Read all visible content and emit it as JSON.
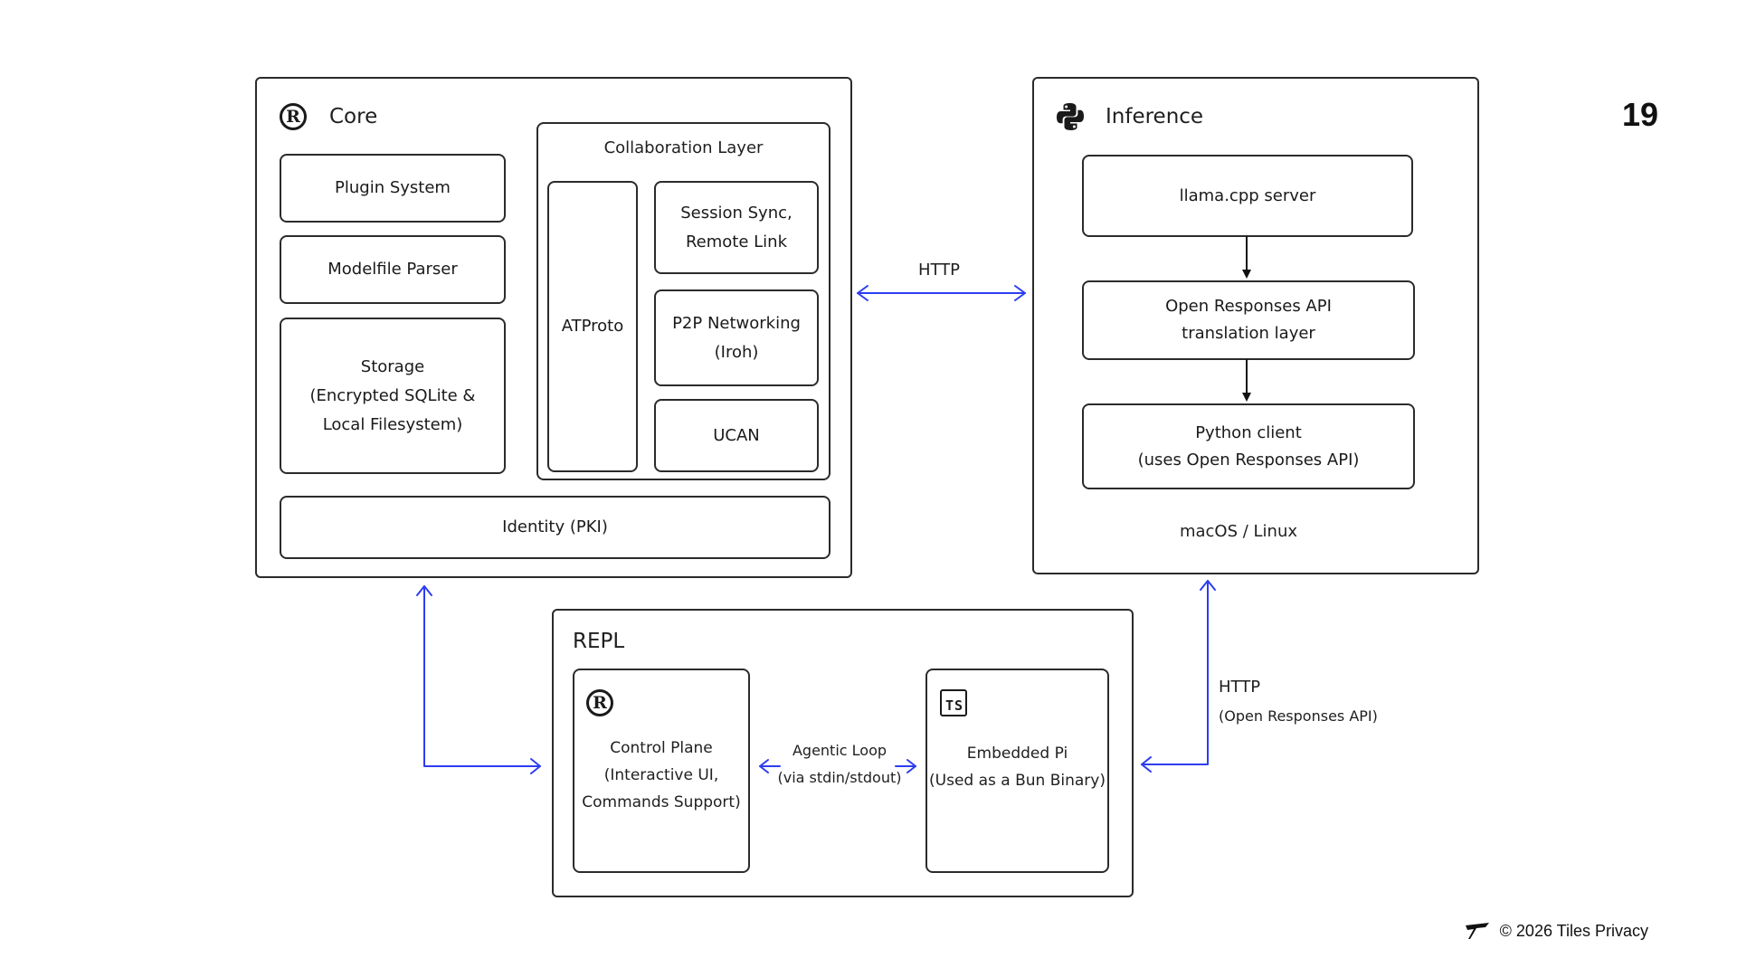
{
  "page_number": "19",
  "footer": {
    "text": "© 2026 Tiles Privacy",
    "logo_icon": "tiles-logo-icon"
  },
  "colors": {
    "arrow_blue": "#2d3df0",
    "border": "#2b2b2b",
    "arrow_black": "#111111"
  },
  "core": {
    "title": "Core",
    "icon": "rust-icon",
    "plugin_system": "Plugin System",
    "modelfile_parser": "Modelfile Parser",
    "storage": [
      "Storage",
      "(Encrypted SQLite &",
      "Local Filesystem)"
    ],
    "identity": "Identity (PKI)",
    "collaboration": {
      "title": "Collaboration Layer",
      "atproto": "ATProto",
      "session_sync": [
        "Session Sync,",
        "Remote Link"
      ],
      "p2p": [
        "P2P Networking",
        "(Iroh)"
      ],
      "ucan": "UCAN"
    }
  },
  "inference": {
    "title": "Inference",
    "icon": "python-icon",
    "llama": "llama.cpp server",
    "translation": [
      "Open Responses API",
      "translation layer"
    ],
    "python_client": [
      "Python client",
      "(uses Open Responses API)"
    ],
    "platform": "macOS / Linux"
  },
  "repl": {
    "title": "REPL",
    "control_plane": [
      "Control Plane",
      "(Interactive UI,",
      "Commands Support)"
    ],
    "control_icon": "rust-icon",
    "embedded_pi": [
      "Embedded Pi",
      "(Used as a Bun Binary)"
    ],
    "embedded_icon": "typescript-icon",
    "ts_glyph": "TS"
  },
  "connectors": {
    "http_top": "HTTP",
    "http_right": [
      "HTTP",
      "(Open Responses API)"
    ],
    "agentic_loop": [
      "Agentic Loop",
      "(via stdin/stdout)"
    ]
  }
}
